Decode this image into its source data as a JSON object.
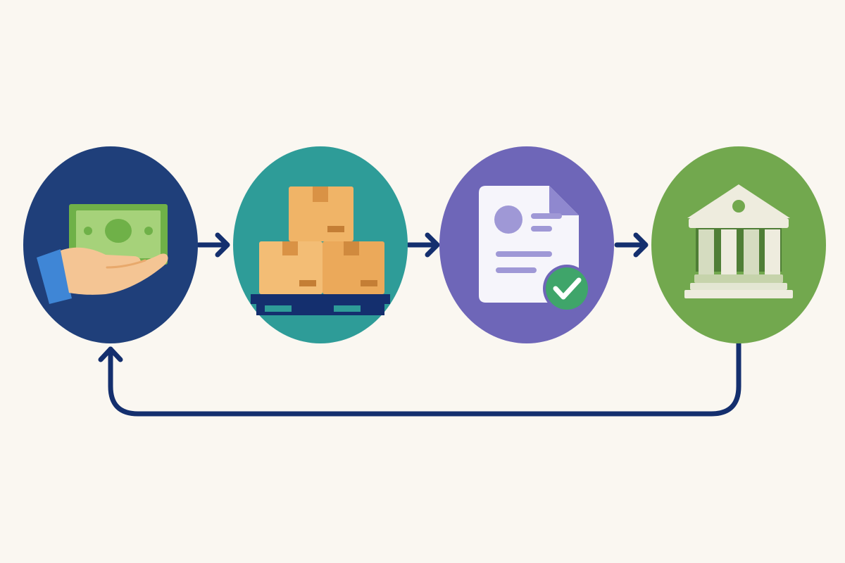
{
  "diagram": {
    "flow": "cyclic",
    "steps": [
      {
        "id": "payment",
        "icon": "hand-with-cash-icon",
        "color": "#1f3f7a"
      },
      {
        "id": "inventory",
        "icon": "boxes-on-pallet-icon",
        "color": "#2e9c98"
      },
      {
        "id": "invoice",
        "icon": "approved-document-icon",
        "color": "#6e66b8"
      },
      {
        "id": "bank",
        "icon": "bank-building-icon",
        "color": "#72a84e"
      }
    ],
    "connector_color": "#142f6e",
    "background": "#faf7f1"
  }
}
